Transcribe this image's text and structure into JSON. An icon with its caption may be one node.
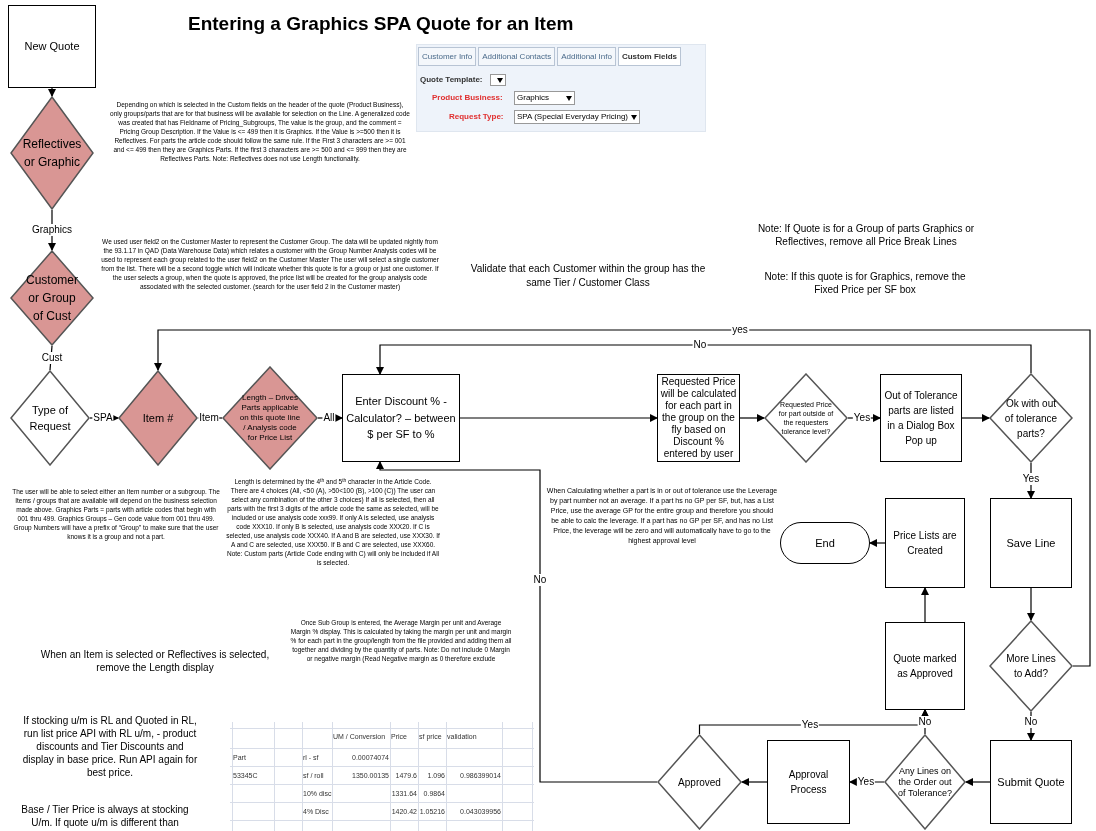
{
  "diagram": {
    "title": "Entering a Graphics SPA Quote for an Item",
    "nodes": [
      {
        "text": [
          "New Quote"
        ]
      },
      {
        "text": [
          "Reflectives or Graphic"
        ]
      },
      {
        "text": [
          "Customer or Group of Cust"
        ]
      },
      {
        "text": [
          "Type of Request"
        ]
      },
      {
        "text": [
          "Item #"
        ]
      },
      {
        "text": [
          "Length – Drives Parts applicable on this quote line / Analysis code for Price List"
        ]
      },
      {
        "text": [
          "Enter Discount % - Calculator? – between $ per SF to %"
        ]
      },
      {
        "text": [
          "Requested Price will be calculated for each part in the group on the fly based on Discount % entered by user"
        ]
      },
      {
        "text": [
          "Requested Price for part outside of the requesters tolerance level?"
        ]
      },
      {
        "text": [
          "Out of Tolerance parts are listed in a Dialog Box Pop up"
        ]
      },
      {
        "text": [
          "Ok with out of tolerance parts?"
        ]
      },
      {
        "text": [
          "Save Line"
        ]
      },
      {
        "text": [
          "More Lines to Add?"
        ]
      },
      {
        "text": [
          "Submit Quote"
        ]
      },
      {
        "text": [
          "Any Lines on the Order out of Tolerance?"
        ]
      },
      {
        "text": [
          "Approval Process"
        ]
      },
      {
        "text": [
          "Approved"
        ]
      },
      {
        "text": [
          "Quote marked as Approved"
        ]
      },
      {
        "text": [
          "Price Lists are Created"
        ]
      },
      {
        "text": [
          "End"
        ]
      }
    ],
    "edges": [
      {
        "from": 0,
        "to": 1,
        "arrow": "to"
      },
      {
        "from": 1,
        "to": 2,
        "arrow": "to",
        "label": "Graphics"
      },
      {
        "from": 2,
        "to": 3,
        "arrow": "none",
        "label": "Cust"
      },
      {
        "from": 3,
        "to": 4,
        "arrow": "to",
        "label": "SPA"
      },
      {
        "from": 4,
        "to": 5,
        "arrow": "none",
        "label": "Item"
      },
      {
        "from": 5,
        "to": 6,
        "arrow": "to",
        "label": "All"
      },
      {
        "from": 6,
        "to": 7,
        "arrow": "to"
      },
      {
        "from": 7,
        "to": 8,
        "arrow": "to"
      },
      {
        "from": 8,
        "to": 9,
        "arrow": "to",
        "label": "Yes"
      },
      {
        "from": 9,
        "to": 10,
        "arrow": "to"
      },
      {
        "from": 10,
        "to": 11,
        "arrow": "to",
        "label": "Yes"
      },
      {
        "from": 10,
        "to": 6,
        "arrow": "to",
        "label": "No"
      },
      {
        "from": 11,
        "to": 12,
        "arrow": "to"
      },
      {
        "from": 12,
        "to": 4,
        "arrow": "to",
        "label": "yes"
      },
      {
        "from": 12,
        "to": 13,
        "arrow": "to",
        "label": "No"
      },
      {
        "from": 13,
        "to": 14,
        "arrow": "to"
      },
      {
        "from": 14,
        "to": 15,
        "arrow": "to",
        "label": "Yes"
      },
      {
        "from": 14,
        "to": 17,
        "arrow": "to",
        "label": "No"
      },
      {
        "from": 15,
        "to": 16,
        "arrow": "to"
      },
      {
        "from": 16,
        "to": 17,
        "arrow": "to",
        "label": "Yes"
      },
      {
        "from": 16,
        "to": 6,
        "arrow": "to",
        "label": "No"
      },
      {
        "from": 17,
        "to": 18,
        "arrow": "to"
      },
      {
        "from": 18,
        "to": 19,
        "arrow": "to"
      }
    ],
    "labels": [
      "Depending on which is selected in the Custom fields on the header of the quote (Product Business), only groups/parts that are for that business will be available for selection on the Line.  A generalized code was created that has Fieldname of Pricing_Subgroups, The value is the group, and the comment = Pricing Group Description. If the Value is <= 499 then it is Graphics.  If the Value is >=500 then it is Reflectives.  For parts the article code should follow the same rule.  If the First 3 characters are >= 001 and <= 499 then they are Graphics Parts.  If the first 3 characters are >= 500 and <= 999 then they are Reflectives Parts. Note: Reflectives does not use Length functionality.",
      "Customer Info",
      "Additional Contacts",
      "Additional Info",
      "Custom Fields",
      "Quote Template:",
      "Product Business:",
      "Graphics",
      "Request Type:",
      "SPA (Special Everyday Pricing)",
      "Note: If Quote is for a Group of parts Graphics or Reflectives, remove all Price Break Lines",
      "We used user field2 on the Customer Master to represent the Customer Group.  The data will be updated nightly from the 93.1.17 in QAD (Data Warehouse Data) which relates a customer with the Group Number Analysis codes will be used to represent each group related to the user field2 on the Customer Master The user will select a single customer from the list. There will be a second toggle which will indicate whether this quote is for a group or just one customer. If the user selects a group, when the quote is approved, the price list will be created for the group analysis code associated with the selected customer.  (search for the user field 2 in the Customer master)",
      "Validate that each Customer within the group has the same Tier / Customer Class",
      "Note: If this quote is for Graphics, remove the Fixed Price per SF box",
      "The user will be able to select either an Item number or a subgroup.  The Items / groups that are available will depend on the business selection made above.  Graphics Parts = parts with article codes that begin with 001 thru 499.  Graphics Groups – Gen code value from 001 thru 499.  Group Numbers will have a prefix of “Group” to make sure that the user knows it is a group and not a part.",
      "Length is determined by the 4$^{th}$ and 5$^{th}$ character in the Article Code.  There are 4 choices (All, <50 (A), >50<100 (B), >100 (C)) The user can select any combination of the other 3 choices)  If all is selected, then all parts with the first 3 digits of the article code the same as selected, will be included or use analysis code xxx99.  If only A is selected, use analysis code XXX10.  If only B is selected, use analysis code XXX20.  If C is selected, use analysis code XXX40.  If A and B are selected, use XXX30.  If A and C are selected, use XXX50.  If B and C are selected, use XXX60.  Note: Custom parts (Article Code ending with C) will only be included if All is selected.",
      "When Calculating whether a part is in or out of tolerance use the Leverage by part number not an average.  If a part hs no GP per SF, but, has a List Price, use the average GP for the entire group and therefore you should be able to calc the leverage.  If a part has no GP per SF, and has no List Price, the leverage will be zero and will automatically have to go to the highest approval level",
      "Once Sub Group is entered, the Average Margin per unit and Average Margin % display.  This is calculated by taking the margin per unit and margin % for each part in the group/length from the file provided and adding them all together and dividing by the quantity of parts. Note: Do not include 0 Margin or negative margin (Read Negative margin as 0 therefore exclude",
      "When an Item is selected or Reflectives is selected, remove the Length display",
      "If stocking u/m is RL and Quoted in RL, run list price API with RL u/m, - product discounts and Tier Discounts and display in base price. Run API again for best price.",
      "UM / Conversion",
      "Price",
      "sf price",
      "validation",
      "Part",
      "rl - sf",
      "0.00074074",
      "53345C",
      "sf / roll",
      "1350.00135",
      "1479.6",
      "1.096",
      "0.986399014",
      "10% disc",
      "1331.64",
      "0.9864",
      "4% Disc",
      "1420.42",
      "1.05216",
      "0.043039956",
      "Base / Tier Price is always at stocking U/m.  If quote u/m is different than"
    ]
  }
}
